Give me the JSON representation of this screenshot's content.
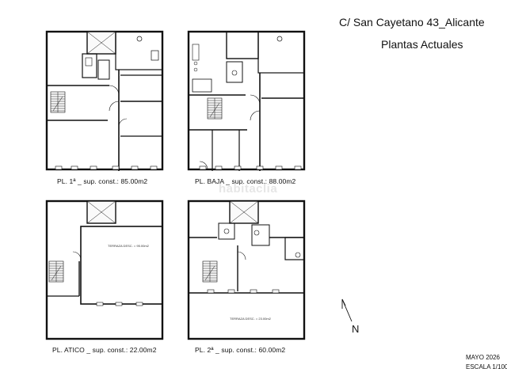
{
  "header": {
    "address": "C/ San Cayetano 43_Alicante",
    "subtitle": "Plantas Actuales"
  },
  "plans": {
    "first": {
      "caption": "PL. 1ª _ sup. const.: 85.00m2"
    },
    "ground": {
      "caption": "PL. BAJA _ sup. const.: 88.00m2"
    },
    "attic": {
      "caption": "PL. ATICO _ sup. const.: 22.00m2",
      "terrace_label": "TERRAZA DESC. = 95.00m2"
    },
    "second": {
      "caption": "PL. 2ª _ sup. const.: 60.00m2",
      "terrace_label": "TERRAZA DESC. = 23.00m2"
    }
  },
  "footer": {
    "date": "MAYO 2026",
    "scale": "ESCALA 1/100"
  },
  "north_label": "N",
  "watermark": "habitaclia"
}
